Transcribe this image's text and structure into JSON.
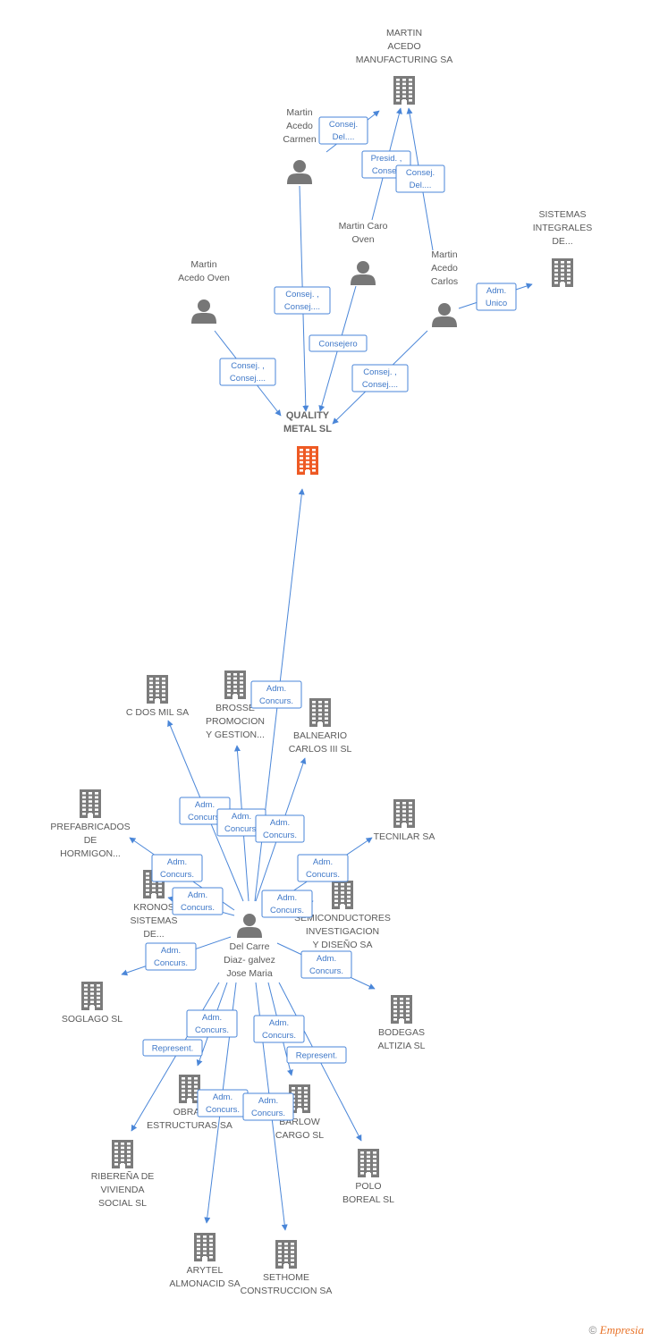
{
  "nodes": [
    {
      "id": "quality",
      "type": "company",
      "focus": true,
      "lines": [
        "QUALITY",
        "METAL SL"
      ]
    },
    {
      "id": "mams",
      "type": "company",
      "lines": [
        "MARTIN",
        "ACEDO",
        "MANUFACTURING SA"
      ]
    },
    {
      "id": "mac",
      "type": "person",
      "lines": [
        "Martin",
        "Acedo",
        "Carmen"
      ]
    },
    {
      "id": "mco",
      "type": "person",
      "lines": [
        "Martin Caro",
        "Oven"
      ]
    },
    {
      "id": "mao",
      "type": "person",
      "lines": [
        "Martin",
        "Acedo Oven"
      ]
    },
    {
      "id": "macarlos",
      "type": "person",
      "lines": [
        "Martin",
        "Acedo",
        "Carlos"
      ]
    },
    {
      "id": "sistemas",
      "type": "company",
      "lines": [
        "SISTEMAS",
        "INTEGRALES",
        "DE..."
      ]
    },
    {
      "id": "delcarre",
      "type": "person",
      "lines": [
        "Del Carre",
        "Diaz- galvez",
        "Jose Maria"
      ]
    },
    {
      "id": "cdos",
      "type": "company",
      "lines": [
        "C DOS MIL SA"
      ]
    },
    {
      "id": "brosse",
      "type": "company",
      "lines": [
        "BROSSE",
        "PROMOCION",
        "Y GESTION..."
      ]
    },
    {
      "id": "balneario",
      "type": "company",
      "lines": [
        "BALNEARIO",
        "CARLOS III SL"
      ]
    },
    {
      "id": "prefab",
      "type": "company",
      "lines": [
        "PREFABRICADOS",
        "DE",
        "HORMIGON..."
      ]
    },
    {
      "id": "kronos",
      "type": "company",
      "lines": [
        "KRONOS",
        "SISTEMAS",
        "DE..."
      ]
    },
    {
      "id": "tecnilar",
      "type": "company",
      "lines": [
        "TECNILAR SA"
      ]
    },
    {
      "id": "semicon",
      "type": "company",
      "lines": [
        "SEMICONDUCTORES",
        "INVESTIGACION",
        "Y DISEÑO SA"
      ]
    },
    {
      "id": "soglago",
      "type": "company",
      "lines": [
        "SOGLAGO SL"
      ]
    },
    {
      "id": "bodegas",
      "type": "company",
      "lines": [
        "BODEGAS",
        "ALTIZIA SL"
      ]
    },
    {
      "id": "obras",
      "type": "company",
      "lines": [
        "OBRAS",
        "ESTRUCTURAS SA"
      ]
    },
    {
      "id": "barlow",
      "type": "company",
      "lines": [
        "BARLOW",
        "CARGO SL"
      ]
    },
    {
      "id": "ribe",
      "type": "company",
      "lines": [
        "RIBEREÑA DE",
        "VIVIENDA",
        "SOCIAL SL"
      ]
    },
    {
      "id": "polo",
      "type": "company",
      "lines": [
        "POLO",
        "BOREAL SL"
      ]
    },
    {
      "id": "arytel",
      "type": "company",
      "lines": [
        "ARYTEL",
        "ALMONACID SA"
      ]
    },
    {
      "id": "sethome",
      "type": "company",
      "lines": [
        "SETHOME",
        "CONSTRUCCION SA"
      ]
    }
  ],
  "edges": [
    {
      "from": "mac",
      "to": "mams",
      "label": [
        "Consej.",
        "Del...."
      ]
    },
    {
      "from": "mco",
      "to": "mams",
      "label": [
        "Presid. ,",
        "Consej."
      ]
    },
    {
      "from": "macarlos",
      "to": "mams",
      "label": [
        "Consej.",
        "Del...."
      ]
    },
    {
      "from": "macarlos",
      "to": "sistemas",
      "label": [
        "Adm.",
        "Unico"
      ]
    },
    {
      "from": "mac",
      "to": "quality",
      "label": [
        "Consej. ,",
        "Consej...."
      ]
    },
    {
      "from": "mco",
      "to": "quality",
      "label": [
        "Consejero"
      ]
    },
    {
      "from": "mao",
      "to": "quality",
      "label": [
        "Consej. ,",
        "Consej...."
      ]
    },
    {
      "from": "macarlos",
      "to": "quality",
      "label": [
        "Consej. ,",
        "Consej...."
      ]
    },
    {
      "from": "delcarre",
      "to": "quality",
      "label": [
        "Adm.",
        "Concurs."
      ]
    },
    {
      "from": "delcarre",
      "to": "cdos",
      "label": [
        "Adm.",
        "Concurs."
      ]
    },
    {
      "from": "delcarre",
      "to": "brosse",
      "label": [
        "Adm.",
        "Concurs."
      ]
    },
    {
      "from": "delcarre",
      "to": "balneario",
      "label": [
        "Adm.",
        "Concurs."
      ]
    },
    {
      "from": "delcarre",
      "to": "prefab",
      "label": [
        "Adm.",
        "Concurs."
      ]
    },
    {
      "from": "delcarre",
      "to": "kronos",
      "label": [
        "Adm.",
        "Concurs."
      ]
    },
    {
      "from": "delcarre",
      "to": "tecnilar",
      "label": [
        "Adm.",
        "Concurs."
      ]
    },
    {
      "from": "delcarre",
      "to": "semicon",
      "label": [
        "Adm.",
        "Concurs."
      ]
    },
    {
      "from": "delcarre",
      "to": "soglago",
      "label": [
        "Adm.",
        "Concurs."
      ]
    },
    {
      "from": "delcarre",
      "to": "bodegas",
      "label": [
        "Adm.",
        "Concurs."
      ]
    },
    {
      "from": "delcarre",
      "to": "obras",
      "label": [
        "Adm.",
        "Concurs."
      ]
    },
    {
      "from": "delcarre",
      "to": "barlow",
      "label": [
        "Adm.",
        "Concurs."
      ]
    },
    {
      "from": "delcarre",
      "to": "ribe",
      "label": [
        "Represent."
      ]
    },
    {
      "from": "delcarre",
      "to": "polo",
      "label": [
        "Represent."
      ]
    },
    {
      "from": "delcarre",
      "to": "arytel",
      "label": [
        "Adm.",
        "Concurs."
      ]
    },
    {
      "from": "delcarre",
      "to": "sethome",
      "label": [
        "Adm.",
        "Concurs."
      ]
    }
  ],
  "colors": {
    "edge": "#4a86d8",
    "company_icon": "#7b7b7b",
    "focus_icon": "#ee5a24",
    "person_icon": "#777777",
    "label_text": "#5a5a5a"
  },
  "footer": {
    "copyright_symbol": "©",
    "brand": "Empresia"
  }
}
